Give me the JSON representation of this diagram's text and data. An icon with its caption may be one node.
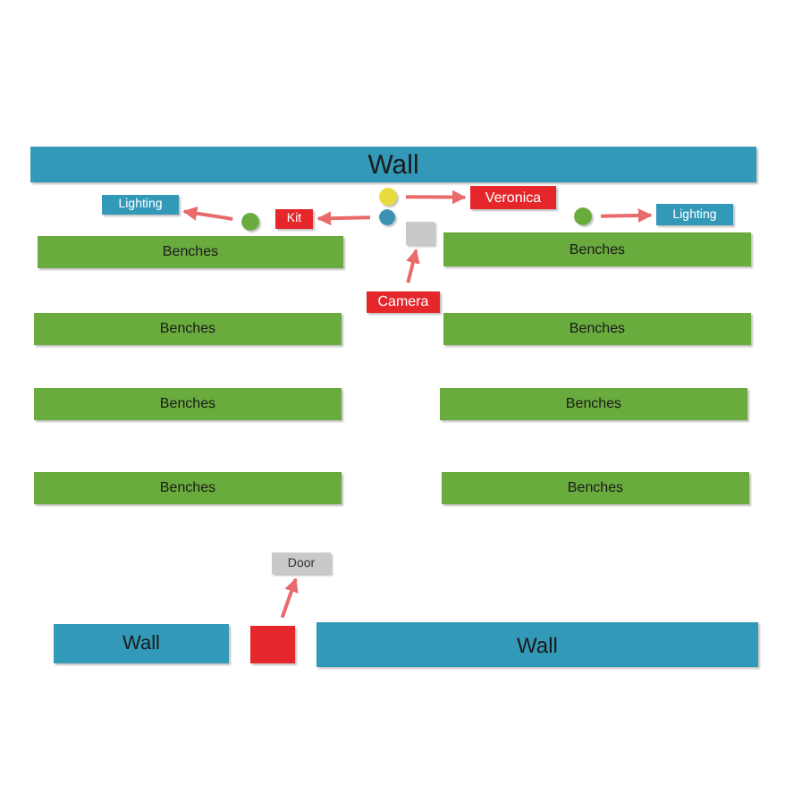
{
  "diagram": {
    "nodes": [
      {
        "text": [
          "Wall"
        ]
      },
      {
        "text": [
          "Lighting"
        ]
      },
      {
        "text": [],
        "shape": "circle"
      },
      {
        "text": [
          "Kit"
        ]
      },
      {
        "text": [],
        "shape": "circle"
      },
      {
        "text": [],
        "shape": "circle"
      },
      {
        "text": [
          "Veronica"
        ]
      },
      {
        "text": [],
        "shape": "circle"
      },
      {
        "text": [
          "Lighting"
        ]
      },
      {
        "text": [],
        "shape": "box"
      },
      {
        "text": [
          "Benches"
        ]
      },
      {
        "text": [
          "Benches"
        ]
      },
      {
        "text": [
          "Camera"
        ]
      },
      {
        "text": [
          "Benches"
        ]
      },
      {
        "text": [
          "Benches"
        ]
      },
      {
        "text": [
          "Benches"
        ]
      },
      {
        "text": [
          "Benches"
        ]
      },
      {
        "text": [
          "Benches"
        ]
      },
      {
        "text": [
          "Benches"
        ]
      },
      {
        "text": [
          "Door"
        ]
      },
      {
        "text": [
          "Wall"
        ]
      },
      {
        "text": [],
        "shape": "box"
      },
      {
        "text": [
          "Wall"
        ]
      }
    ],
    "edges": [
      {
        "from": 2,
        "to": 1,
        "arrow": "to"
      },
      {
        "from": 5,
        "to": 3,
        "arrow": "to"
      },
      {
        "from": 4,
        "to": 6,
        "arrow": "to"
      },
      {
        "from": 7,
        "to": 8,
        "arrow": "to"
      },
      {
        "from": 12,
        "to": 9,
        "arrow": "to"
      },
      {
        "from": 21,
        "to": 19,
        "arrow": "to"
      }
    ]
  }
}
